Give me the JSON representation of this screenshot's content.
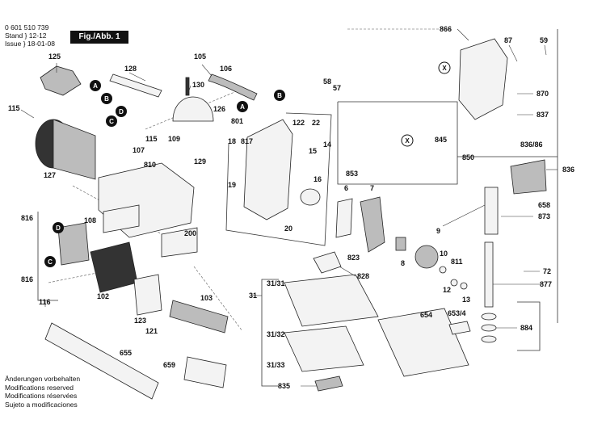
{
  "header": {
    "doc_number": "0 601 510 739",
    "stand_label": "Stand",
    "stand_value": "12-12",
    "issue_label": "Issue",
    "issue_value": "18-01-08",
    "figure_title": "Fig./Abb. 1"
  },
  "footer": {
    "lines": [
      "Änderungen vorbehalten",
      "Modifications reserved",
      "Modifications réservées",
      "Sujeto a modificaciones"
    ]
  },
  "callouts": [
    "A",
    "B",
    "C",
    "D",
    "X"
  ],
  "part_numbers": {
    "p125": "125",
    "p128": "128",
    "p115a": "115",
    "p127": "127",
    "p105": "105",
    "p106": "106",
    "p130": "130",
    "p126": "126",
    "p801": "801",
    "p817": "817",
    "p18": "18",
    "p19": "19",
    "p122": "122",
    "p22": "22",
    "p15": "15",
    "p14": "14",
    "p16": "16",
    "p20": "20",
    "p6": "6",
    "p7": "7",
    "p58": "58",
    "p57": "57",
    "p866": "866",
    "p87": "87",
    "p59": "59",
    "p870": "870",
    "p837": "837",
    "p836_86": "836/86",
    "p845": "845",
    "p853": "853",
    "p850": "850",
    "p836": "836",
    "p115b": "115",
    "p107": "107",
    "p810": "810",
    "p109": "109",
    "p129": "129",
    "p108": "108",
    "p200": "200",
    "p816a": "816",
    "p816b": "816",
    "p116": "116",
    "p102": "102",
    "p103": "103",
    "p123": "123",
    "p121": "121",
    "p655": "655",
    "p659": "659",
    "p823": "823",
    "p828": "828",
    "p8": "8",
    "p9": "9",
    "p10": "10",
    "p811": "811",
    "p12": "12",
    "p13": "13",
    "p658": "658",
    "p873": "873",
    "p72": "72",
    "p877": "877",
    "p654": "654",
    "p653_4": "653/4",
    "p884": "884",
    "p31": "31",
    "p31_31": "31/31",
    "p31_32": "31/32",
    "p31_33": "31/33",
    "p835": "835"
  }
}
